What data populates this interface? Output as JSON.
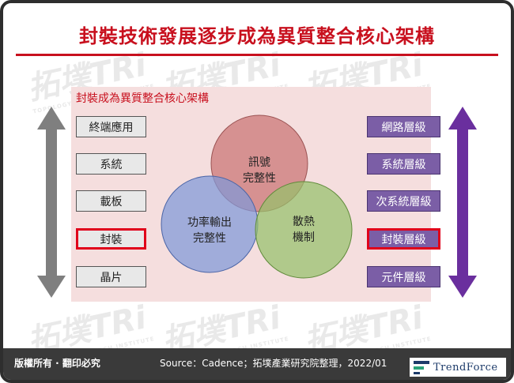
{
  "title": "封裝技術發展逐步成為異質整合核心架構",
  "watermark": "拓墣TRi",
  "watermark_sub": "TOPOLOGY RESEARCH INSTITUTE",
  "panel": {
    "title": "封裝成為異質整合核心架構"
  },
  "left_column": [
    {
      "label": "終端應用",
      "highlighted": false
    },
    {
      "label": "系統",
      "highlighted": false
    },
    {
      "label": "載板",
      "highlighted": false
    },
    {
      "label": "封裝",
      "highlighted": true
    },
    {
      "label": "晶片",
      "highlighted": false
    }
  ],
  "right_column": [
    {
      "label": "網路層級",
      "highlighted": false
    },
    {
      "label": "系統層級",
      "highlighted": false
    },
    {
      "label": "次系統層級",
      "highlighted": false
    },
    {
      "label": "封裝層級",
      "highlighted": true
    },
    {
      "label": "元件層級",
      "highlighted": false
    }
  ],
  "venn": {
    "top": {
      "line1": "訊號",
      "line2": "完整性"
    },
    "left": {
      "line1": "功率輸出",
      "line2": "完整性"
    },
    "right": {
      "line1": "散熱",
      "line2": "機制"
    }
  },
  "colors": {
    "title": "#c8101e",
    "venn_top": "#cd7b7b",
    "venn_left": "#7f99d8",
    "venn_right": "#96c06b",
    "right_box": "#7b5ea6",
    "left_arrow": "#7f7f7f",
    "right_arrow": "#6a2f9e"
  },
  "footer": {
    "copyright": "版權所有 · 翻印必究",
    "source": "Source：Cadence；拓墣產業研究院整理，2022/01",
    "brand": "TrendForce"
  }
}
